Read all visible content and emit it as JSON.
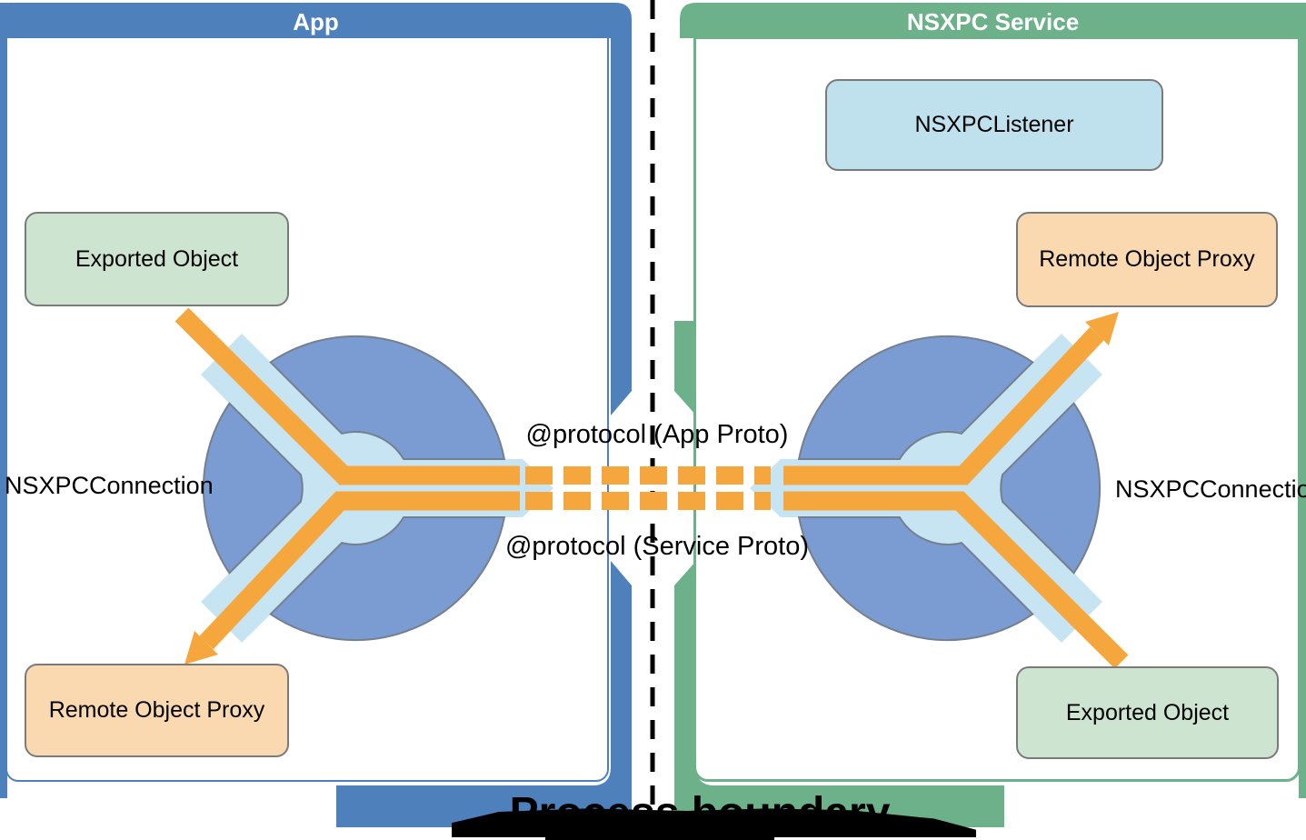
{
  "colors": {
    "app_accent": "#4E80BC",
    "service_accent": "#6CB18A",
    "hub_blue": "#7B9BD3",
    "hub_light_blue": "#C6E4F2",
    "arrow_orange": "#F5A73E",
    "listener_fill": "#BFE0ED",
    "exported_fill": "#CDE5D0",
    "proxy_fill": "#FAD9B1",
    "box_border": "#7A7A7A",
    "boundary_black": "#000000"
  },
  "app_panel": {
    "title": "App",
    "connection_label": "NSXPCConnection",
    "exported_object_label": "Exported Object",
    "remote_proxy_label": "Remote Object Proxy"
  },
  "service_panel": {
    "title": "NSXPC Service",
    "listener_label": "NSXPCListener",
    "connection_label": "NSXPCConnection",
    "exported_object_label": "Exported Object",
    "remote_proxy_label": "Remote Object Proxy"
  },
  "center": {
    "protocol_app_label": "@protocol (App Proto)",
    "protocol_service_label": "@protocol (Service Proto)",
    "process_boundary_label": "Process boundary"
  }
}
